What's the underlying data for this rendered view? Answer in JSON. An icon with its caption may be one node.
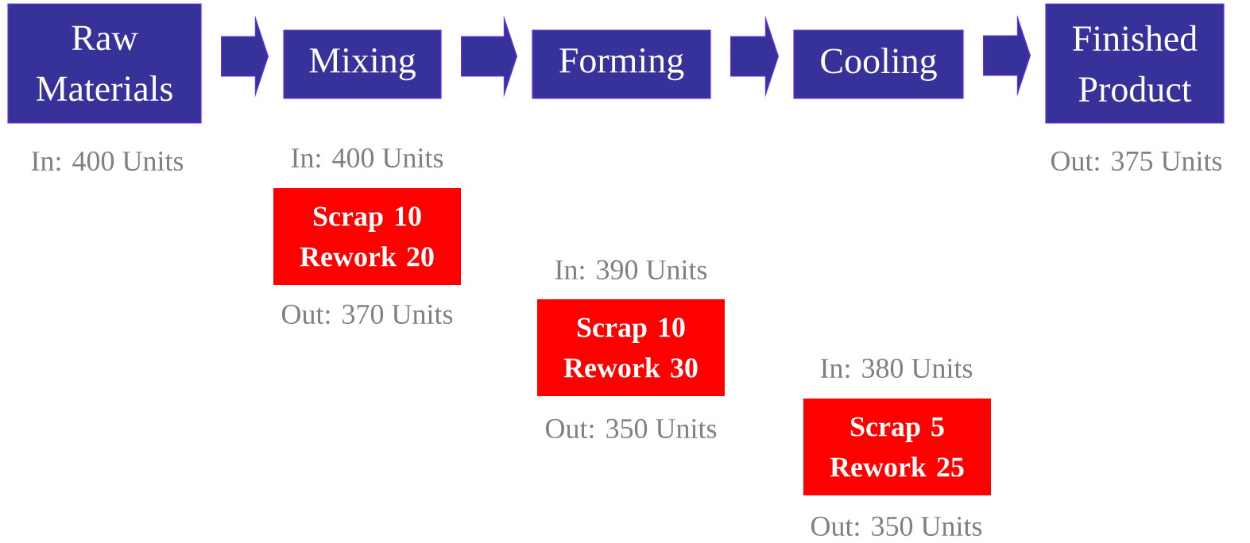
{
  "diagram": {
    "nodes": [
      {
        "text": [
          "Raw Materials"
        ],
        "beside": [
          "In: 400 Units"
        ]
      },
      {
        "text": [
          "Mixing"
        ]
      },
      {
        "text": [
          "Forming"
        ]
      },
      {
        "text": [
          "Cooling"
        ]
      },
      {
        "text": [
          "Finished Product"
        ],
        "beside": [
          "Out: 375 Units"
        ]
      },
      {
        "text": [
          "Scrap 10 Rework 20"
        ],
        "beside": [
          "In: 400 Units",
          "Out: 370 Units"
        ]
      },
      {
        "text": [
          "Scrap 10 Rework 30"
        ],
        "beside": [
          "In: 390 Units",
          "Out: 350 Units"
        ]
      },
      {
        "text": [
          "Scrap 5 Rework 25"
        ],
        "beside": [
          "In: 380 Units",
          "Out: 350 Units"
        ]
      }
    ],
    "edges": [
      {
        "from": 0,
        "to": 1,
        "arrow": "to"
      },
      {
        "from": 1,
        "to": 2,
        "arrow": "to"
      },
      {
        "from": 2,
        "to": 3,
        "arrow": "to"
      },
      {
        "from": 3,
        "to": 4,
        "arrow": "to"
      }
    ]
  }
}
